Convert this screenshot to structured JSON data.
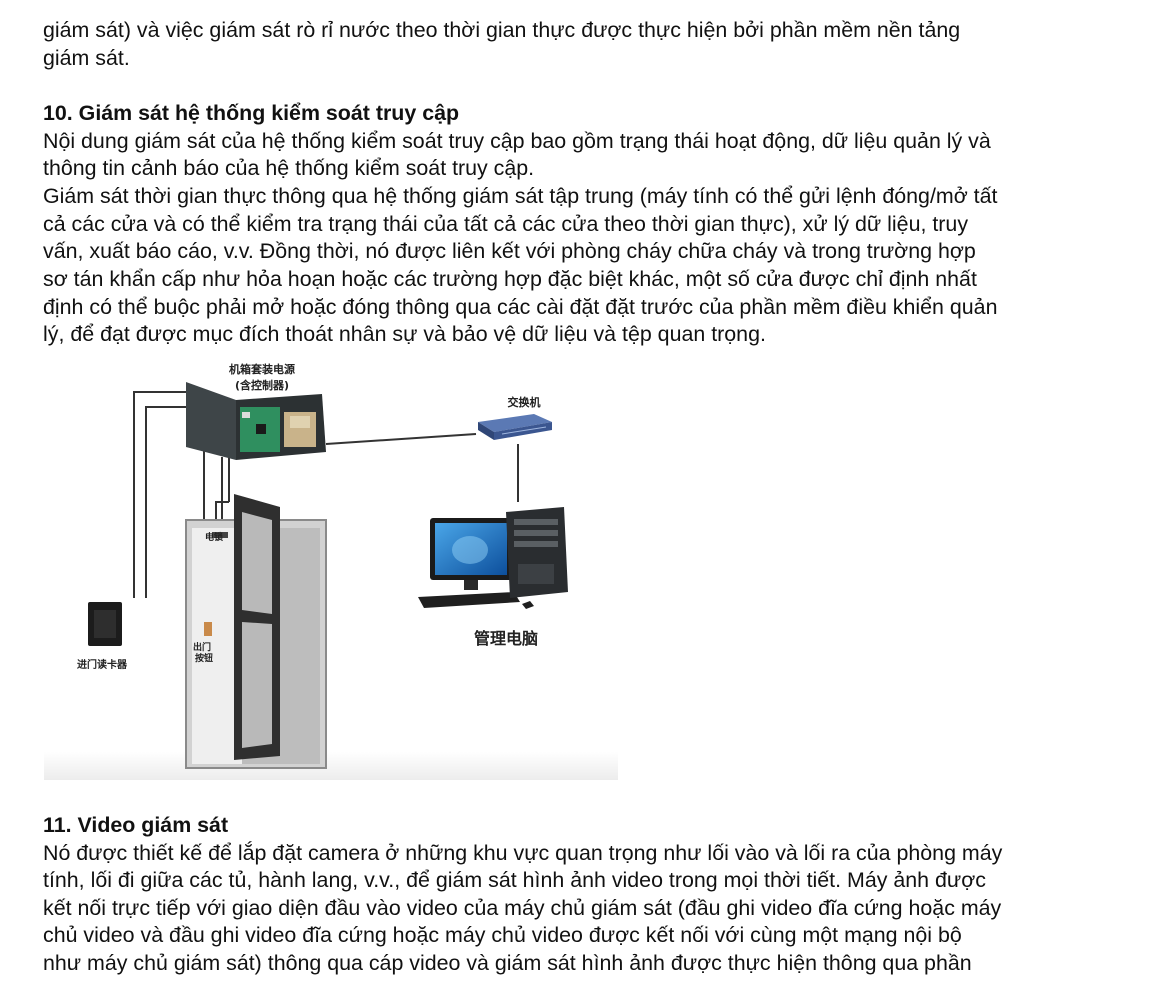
{
  "intro": {
    "lines": [
      "giám sát) và việc giám sát rò rỉ nước theo thời gian thực được thực hiện bởi phần mềm nền tảng",
      "giám sát."
    ]
  },
  "section10": {
    "heading": "10. Giám sát hệ thống kiểm soát truy cập",
    "lines": [
      "Nội dung giám sát của hệ thống kiểm soát truy cập bao gồm trạng thái hoạt động, dữ liệu quản lý và",
      "thông tin cảnh báo của hệ thống kiểm soát truy cập.",
      "Giám sát thời gian thực thông qua hệ thống giám sát tập trung (máy tính có thể gửi lệnh đóng/mở tất",
      "cả các cửa và có thể kiểm tra trạng thái của tất cả các cửa theo thời gian thực), xử lý dữ liệu, truy",
      "vấn, xuất báo cáo, v.v. Đồng thời, nó được liên kết với phòng cháy chữa cháy và trong trường hợp",
      "sơ tán khẩn cấp như hỏa hoạn hoặc các trường hợp đặc biệt khác, một số cửa được chỉ định nhất",
      "định có thể buộc phải mở hoặc đóng thông qua các cài đặt đặt trước của phần mềm điều khiển quản",
      "lý, để đạt được mục đích thoát nhân sự và bảo vệ dữ liệu và tệp quan trọng."
    ]
  },
  "diagram": {
    "cabinet_label_line1": "机箱套装电源",
    "cabinet_label_line2": "(含控制器)",
    "switch_label": "交换机",
    "computer_label": "管理电脑",
    "lock_label": "电锁",
    "exit_button_label_line1": "出门",
    "exit_button_label_line2": "按钮",
    "reader_label": "进门读卡器"
  },
  "section11": {
    "heading": "11. Video giám sát",
    "lines": [
      "Nó được thiết kế để lắp đặt camera ở những khu vực quan trọng như lối vào và lối ra của phòng máy",
      "tính, lối đi giữa các tủ, hành lang, v.v., để giám sát hình ảnh video trong mọi thời tiết. Máy ảnh được",
      "kết nối trực tiếp với giao diện đầu vào video của máy chủ giám sát (đầu ghi video đĩa cứng hoặc máy",
      "chủ video và đầu ghi video đĩa cứng hoặc máy chủ video được kết nối với cùng một mạng nội bộ",
      "như máy chủ giám sát) thông qua cáp video và giám sát hình ảnh được thực hiện thông qua phần"
    ]
  }
}
